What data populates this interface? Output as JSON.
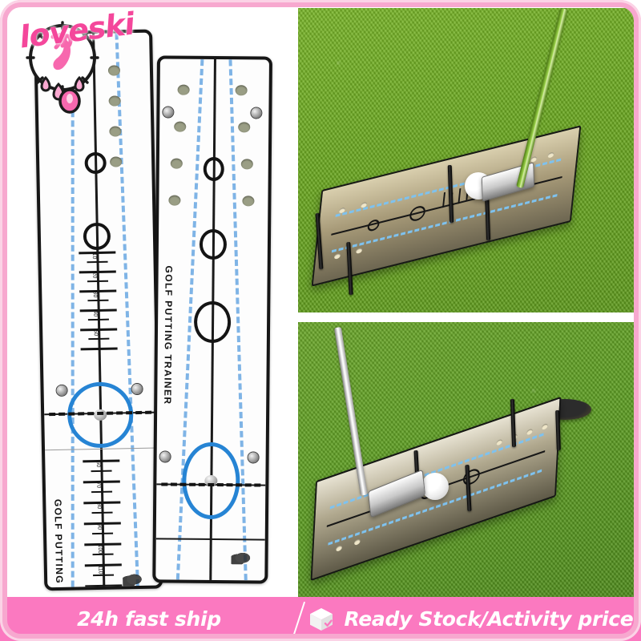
{
  "product": {
    "name": "Golf Putting Trainer",
    "label_text": "GOLF PUTTING TRAINER",
    "brand": "loveski"
  },
  "logo": {
    "wordmark": "loveski",
    "emblem_icon": "dreamcatcher-hand-icon",
    "color": "#f4479b"
  },
  "colors": {
    "frame_pink": "#f7a8cf",
    "banner_pink": "#fb79c0",
    "banner_text": "#ffffff",
    "turf_green_top": "#6aa81f",
    "turf_green_bottom": "#5d9e22",
    "guide_blue": "#7fb4e6",
    "ball_circle_blue": "#2684d4",
    "board_black": "#161616",
    "peg_hole": "#9a9e85"
  },
  "panels": {
    "left_collage": {
      "name": "product-rulers-collage",
      "ruler_a": {
        "label": "GOLF PUTTING TRAINER",
        "tick_numbers": [
          "10",
          "20",
          "30",
          "40",
          "50",
          "60",
          "70",
          "80",
          "90",
          "100",
          "110",
          "120"
        ],
        "ball_circle_count": 1,
        "hole_pairs": 4
      },
      "ruler_b": {
        "label": "GOLF PUTTING TRAINER",
        "ring_count": 3,
        "ball_circle_count": 1,
        "hole_pairs": 4
      }
    },
    "photo_top": {
      "name": "trainer-on-turf-photo",
      "caption": "Putting trainer board with alignment pegs, golf ball and putter on green turf",
      "peg_count": 4,
      "ball_count": 1
    },
    "photo_bottom": {
      "name": "trainer-with-hole-photo",
      "caption": "Putting trainer board aimed at the hole with putter and ball",
      "peg_count": 4,
      "ball_count": 1,
      "has_cup": true
    }
  },
  "banner": {
    "left_text": "24h fast ship",
    "right_text": "Ready Stock/Activity price",
    "box_icon": "package-check-icon",
    "divider_icon": "diagonal-slash-divider"
  }
}
